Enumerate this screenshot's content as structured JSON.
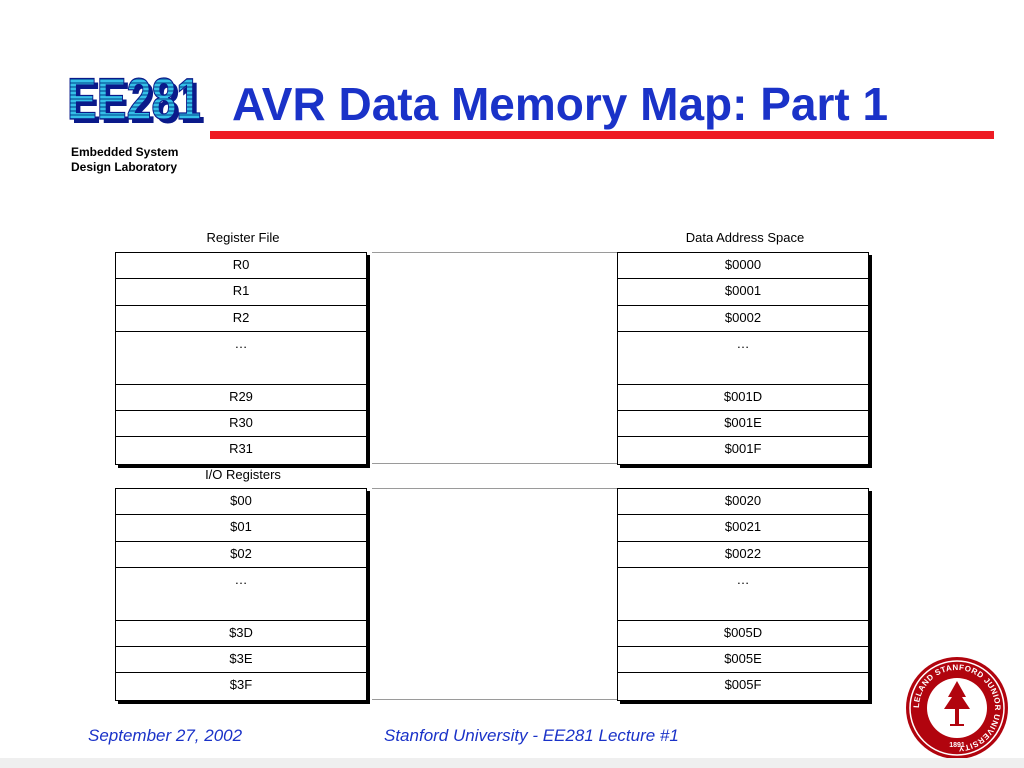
{
  "header": {
    "logo_text": "EE281",
    "title": "AVR Data Memory Map: Part 1",
    "lab_line1": "Embedded System",
    "lab_line2": "Design Laboratory"
  },
  "labels": {
    "register_file": "Register File",
    "data_address_space": "Data Address Space",
    "io_registers": "I/O Registers"
  },
  "register_file": [
    "R0",
    "R1",
    "R2",
    "…",
    "R29",
    "R30",
    "R31"
  ],
  "register_addresses": [
    "$0000",
    "$0001",
    "$0002",
    "…",
    "$001D",
    "$001E",
    "$001F"
  ],
  "io_registers": [
    "$00",
    "$01",
    "$02",
    "…",
    "$3D",
    "$3E",
    "$3F"
  ],
  "io_addresses": [
    "$0020",
    "$0021",
    "$0022",
    "…",
    "$005D",
    "$005E",
    "$005F"
  ],
  "footer": {
    "date": "September 27, 2002",
    "course": "Stanford University - EE281 Lecture #1"
  },
  "seal": {
    "text": "LELAND STANFORD JUNIOR UNIVERSITY",
    "year": "1891",
    "color": "#b1040e"
  },
  "colors": {
    "title": "#1a32c8",
    "rule": "#ee1c24",
    "logo_fill": "#35c0e8"
  }
}
